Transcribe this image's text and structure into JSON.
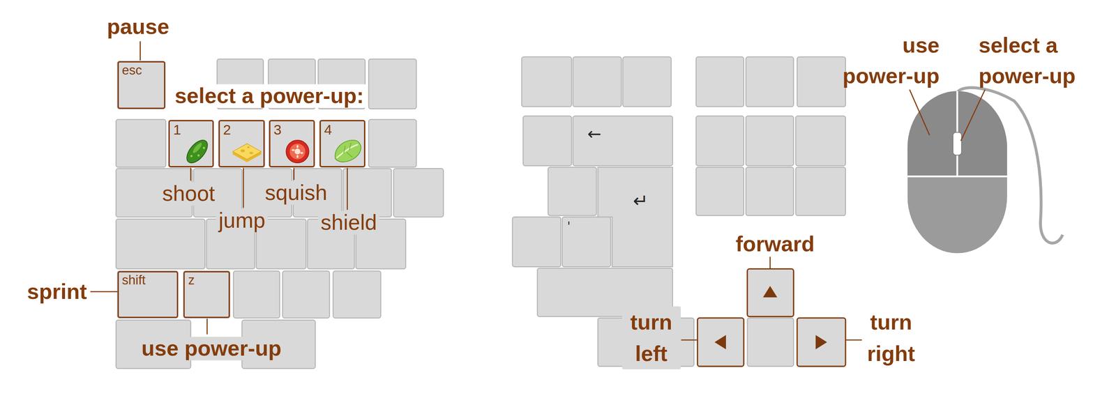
{
  "diagram": {
    "nodes": [
      {
        "text": [
          "esc"
        ]
      },
      {
        "text": [
          "1"
        ]
      },
      {
        "text": [
          "2"
        ]
      },
      {
        "text": [
          "3"
        ]
      },
      {
        "text": [
          "4"
        ]
      },
      {
        "text": [
          "shift"
        ]
      },
      {
        "text": [
          "z"
        ]
      }
    ],
    "labels": [
      "pause",
      "select a power-up:",
      "shoot",
      "jump",
      "squish",
      "shield",
      "sprint",
      "use power-up",
      "←",
      "↵",
      "'",
      "forward",
      "turn left",
      "turn right",
      "use power-up",
      "select a power-up"
    ]
  }
}
